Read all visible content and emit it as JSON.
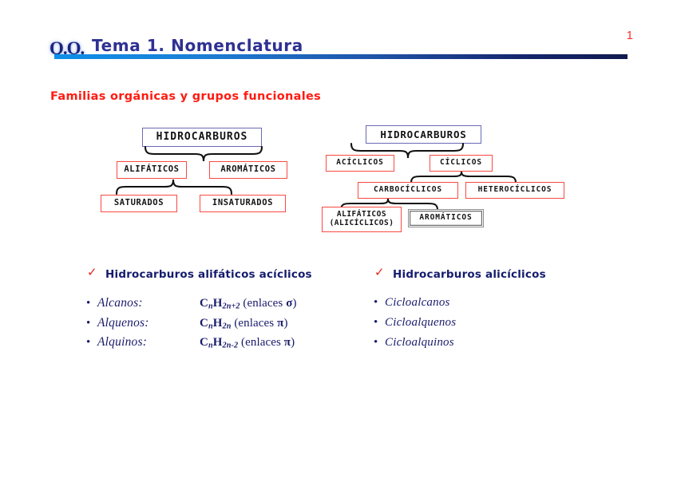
{
  "header": {
    "logo": "Q.O.",
    "title": "Tema 1. Nomenclatura",
    "page_number": "1",
    "rule_gradient_from": "#0d8fe8",
    "rule_gradient_to": "#101b4e",
    "title_color": "#2e3192",
    "page_number_color": "#ff2a2a"
  },
  "section_heading": {
    "text": "Familias orgánicas y grupos funcionales",
    "color": "#ff1b11"
  },
  "diagrams": [
    {
      "id": "diagram-left",
      "nodes": {
        "root": "HIDROCARBUROS",
        "alifaticos": "ALIFÁTICOS",
        "aromaticos": "AROMÁTICOS",
        "saturados": "SATURADOS",
        "insaturados": "INSATURADOS"
      },
      "root_border_color": "#6a6ab5",
      "child_border_color": "#fa4a42"
    },
    {
      "id": "diagram-right",
      "nodes": {
        "root": "HIDROCARBUROS",
        "aciclicos": "ACÍCLICOS",
        "ciclicos": "CÍCLICOS",
        "carbociclicos": "CARBOCÍCLICOS",
        "heterociclicos": "HETEROCÍCLICOS",
        "alifaticos_line1": "ALIFÁTICOS",
        "alifaticos_line2": "(ALICÍCLICOS)",
        "aromaticos": "AROMÁTICOS"
      },
      "root_border_color": "#6a6ab5",
      "child_border_color": "#fa4a42",
      "aromaticos_border_color": "#8d8d8d"
    }
  ],
  "columns": {
    "left": {
      "heading": "Hidrocarburos alifáticos acíclicos",
      "check": "✓",
      "items": [
        {
          "bullet": "•",
          "name": "Alcanos:",
          "formula_prefix": "C",
          "sub1": "n",
          "element2": "H",
          "sub2": "2n+2",
          "tail": " (enlaces ",
          "greek": "σ",
          "tail_end": ")"
        },
        {
          "bullet": "•",
          "name": "Alquenos:",
          "formula_prefix": "C",
          "sub1": "n",
          "element2": "H",
          "sub2": "2n",
          "tail": " (enlaces ",
          "greek": "π",
          "tail_end": ")"
        },
        {
          "bullet": "•",
          "name": "Alquinos:",
          "formula_prefix": "C",
          "sub1": "n",
          "element2": "H",
          "sub2": "2n-2",
          "tail": " (enlaces ",
          "greek": "π",
          "tail_end": ")"
        }
      ]
    },
    "right": {
      "heading": "Hidrocarburos alicíclicos",
      "check": "✓",
      "items": [
        {
          "bullet": "•",
          "name": "Cicloalcanos"
        },
        {
          "bullet": "•",
          "name": "Cicloalquenos"
        },
        {
          "bullet": "•",
          "name": "Cicloalquinos"
        }
      ]
    }
  },
  "text_color_navy": "#191b6b"
}
